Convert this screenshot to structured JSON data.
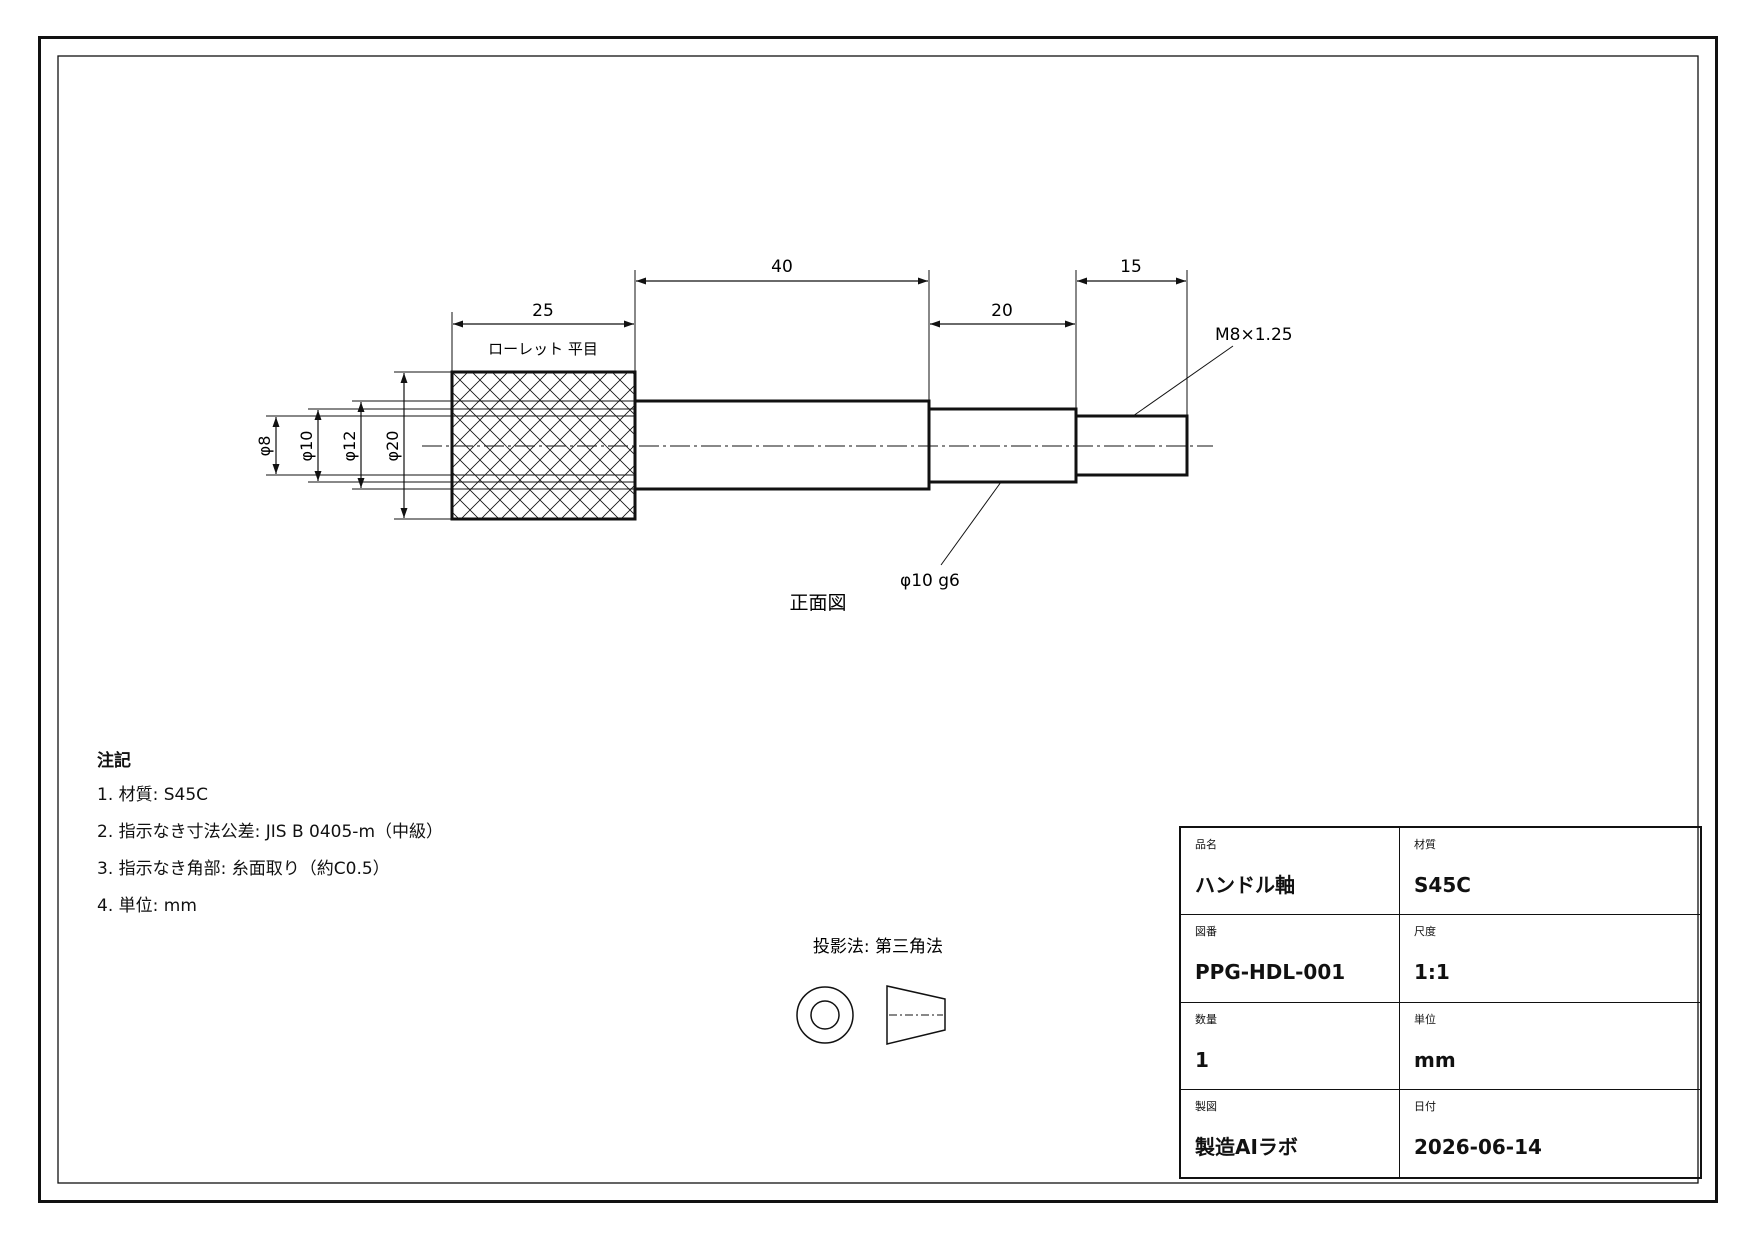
{
  "view": {
    "view_label": "正面図",
    "knurl_label": "ローレット 平目",
    "thread_label": "M8×1.25",
    "fit_label": "φ10 g6",
    "dims": {
      "len_25": "25",
      "len_40": "40",
      "len_20": "20",
      "len_15": "15",
      "dia_8": "φ8",
      "dia_10": "φ10",
      "dia_12": "φ12",
      "dia_20": "φ20"
    }
  },
  "projection": {
    "label": "投影法: 第三角法"
  },
  "notes": {
    "title": "注記",
    "items": [
      "1. 材質: S45C",
      "2. 指示なき寸法公差: JIS B 0405-m（中級）",
      "3. 指示なき角部: 糸面取り（約C0.5）",
      "4. 単位: mm"
    ]
  },
  "title_block": {
    "part_name_label": "品名",
    "part_name": "ハンドル軸",
    "material_label": "材質",
    "material": "S45C",
    "drawing_no_label": "図番",
    "drawing_no": "PPG-HDL-001",
    "scale_label": "尺度",
    "scale": "1:1",
    "qty_label": "数量",
    "qty": "1",
    "unit_label": "単位",
    "unit": "mm",
    "drafter_label": "製図",
    "drafter": "製造AIラボ",
    "date_label": "日付",
    "date": "2026-06-14"
  }
}
